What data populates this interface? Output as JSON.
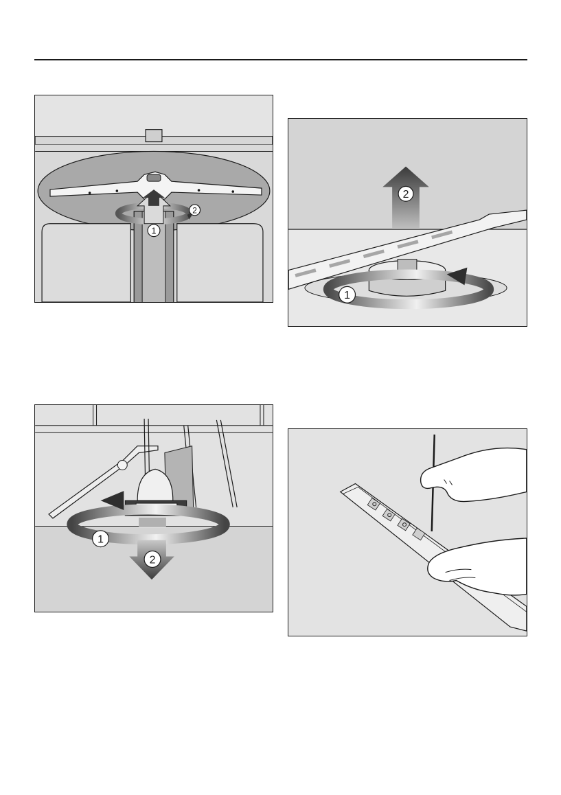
{
  "figures": [
    {
      "id": "fig-1",
      "step_labels": [
        "1",
        "2"
      ]
    },
    {
      "id": "fig-2",
      "step_labels": [
        "1",
        "2"
      ]
    },
    {
      "id": "fig-3",
      "step_labels": [
        "1",
        "2"
      ]
    },
    {
      "id": "fig-4",
      "step_labels": []
    }
  ],
  "colors": {
    "line": "#1a1a1a",
    "light_gray": "#e6e6e6",
    "mid_gray": "#c8c8c8",
    "dark_gray": "#6a6a6a"
  },
  "icons": [
    "rotate-arrow-icon",
    "up-arrow-icon",
    "down-arrow-icon"
  ]
}
